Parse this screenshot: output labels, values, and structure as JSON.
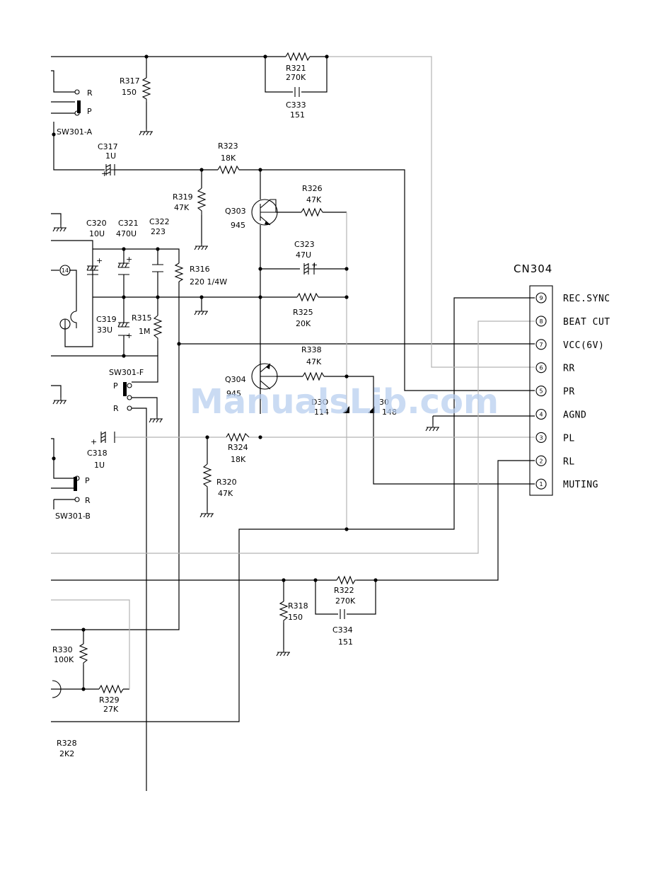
{
  "connector": {
    "name": "CN304",
    "pins": [
      {
        "num": "9",
        "label": "REC.SYNC"
      },
      {
        "num": "8",
        "label": "BEAT CUT"
      },
      {
        "num": "7",
        "label": "VCC(6V)"
      },
      {
        "num": "6",
        "label": "RR"
      },
      {
        "num": "5",
        "label": "PR"
      },
      {
        "num": "4",
        "label": "AGND"
      },
      {
        "num": "3",
        "label": "PL"
      },
      {
        "num": "2",
        "label": "RL"
      },
      {
        "num": "1",
        "label": "MUTING"
      }
    ]
  },
  "components": {
    "R317": {
      "ref": "R317",
      "value": "150"
    },
    "R321": {
      "ref": "R321",
      "value": "270K"
    },
    "C333": {
      "ref": "C333",
      "value": "151"
    },
    "C317": {
      "ref": "C317",
      "value": "1U"
    },
    "R323": {
      "ref": "R323",
      "value": "18K"
    },
    "R319": {
      "ref": "R319",
      "value": "47K"
    },
    "Q303": {
      "ref": "Q303",
      "value": "945"
    },
    "R326": {
      "ref": "R326",
      "value": "47K"
    },
    "C320": {
      "ref": "C320",
      "value": "10U"
    },
    "C321": {
      "ref": "C321",
      "value": "470U"
    },
    "C322": {
      "ref": "C322",
      "value": "223"
    },
    "C323": {
      "ref": "C323",
      "value": "47U"
    },
    "R316": {
      "ref": "R316",
      "value": "220 1/4W"
    },
    "R325": {
      "ref": "R325",
      "value": "20K"
    },
    "C319": {
      "ref": "C319",
      "value": "33U"
    },
    "R315": {
      "ref": "R315",
      "value": "1M"
    },
    "R338": {
      "ref": "R338",
      "value": "47K"
    },
    "Q304": {
      "ref": "Q304",
      "value": "945"
    },
    "D303": {
      "ref": "D3O",
      "value": "114"
    },
    "D304": {
      "ref": "30",
      "value": "148"
    },
    "C318": {
      "ref": "C318",
      "value": "1U"
    },
    "R324": {
      "ref": "R324",
      "value": "18K"
    },
    "R320": {
      "ref": "R320",
      "value": "47K"
    },
    "R322": {
      "ref": "R322",
      "value": "270K"
    },
    "C334": {
      "ref": "C334",
      "value": "151"
    },
    "R318": {
      "ref": "R318",
      "value": "150"
    },
    "R330": {
      "ref": "R330",
      "value": "100K"
    },
    "R329": {
      "ref": "R329",
      "value": "27K"
    },
    "R328": {
      "ref": "R328",
      "value": "2K2"
    }
  },
  "switches": {
    "sw301a": "SW301-A",
    "sw301f": "SW301-F",
    "sw301b": "SW301-B",
    "pos_r": "R",
    "pos_p": "P"
  },
  "ic_pin": "14",
  "watermark": "ManualsLib.com"
}
